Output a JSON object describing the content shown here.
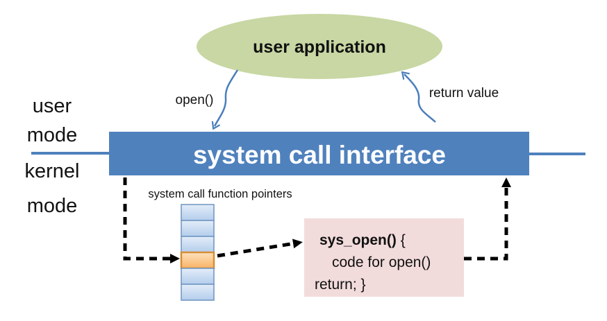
{
  "nodes": {
    "user_application": "user application",
    "system_call_interface": "system call interface",
    "table_caption": "system call function pointers",
    "code_box": {
      "name_bold": "sys_open()",
      "brace": " {",
      "body": "code for open()",
      "end": "return; }"
    }
  },
  "labels": {
    "open_call": "open()",
    "return_value": "return value",
    "user_mode": [
      "user",
      "mode"
    ],
    "kernel_mode": [
      "kernel",
      "mode"
    ]
  },
  "pointer_table": {
    "rows": 6,
    "highlighted_row_index": 3
  },
  "colors": {
    "background": "#ffffff",
    "ellipse_green": "#c8d7a3",
    "bar_blue": "#4f81bd",
    "bar_text": "#ffffff",
    "divider_blue": "#4f81bd",
    "arrow_blue": "#4a7ebc",
    "dashed_black": "#000000",
    "text_black": "#111111",
    "cell_blue_light": "#e3edf9",
    "cell_blue_dark": "#b4cdec",
    "cell_blue_border": "#6d94bf",
    "cell_orange_light": "#fde3bf",
    "cell_orange_dark": "#f9b264",
    "cell_orange_border": "#d78e38",
    "code_box_pink": "#f2dcdb"
  }
}
